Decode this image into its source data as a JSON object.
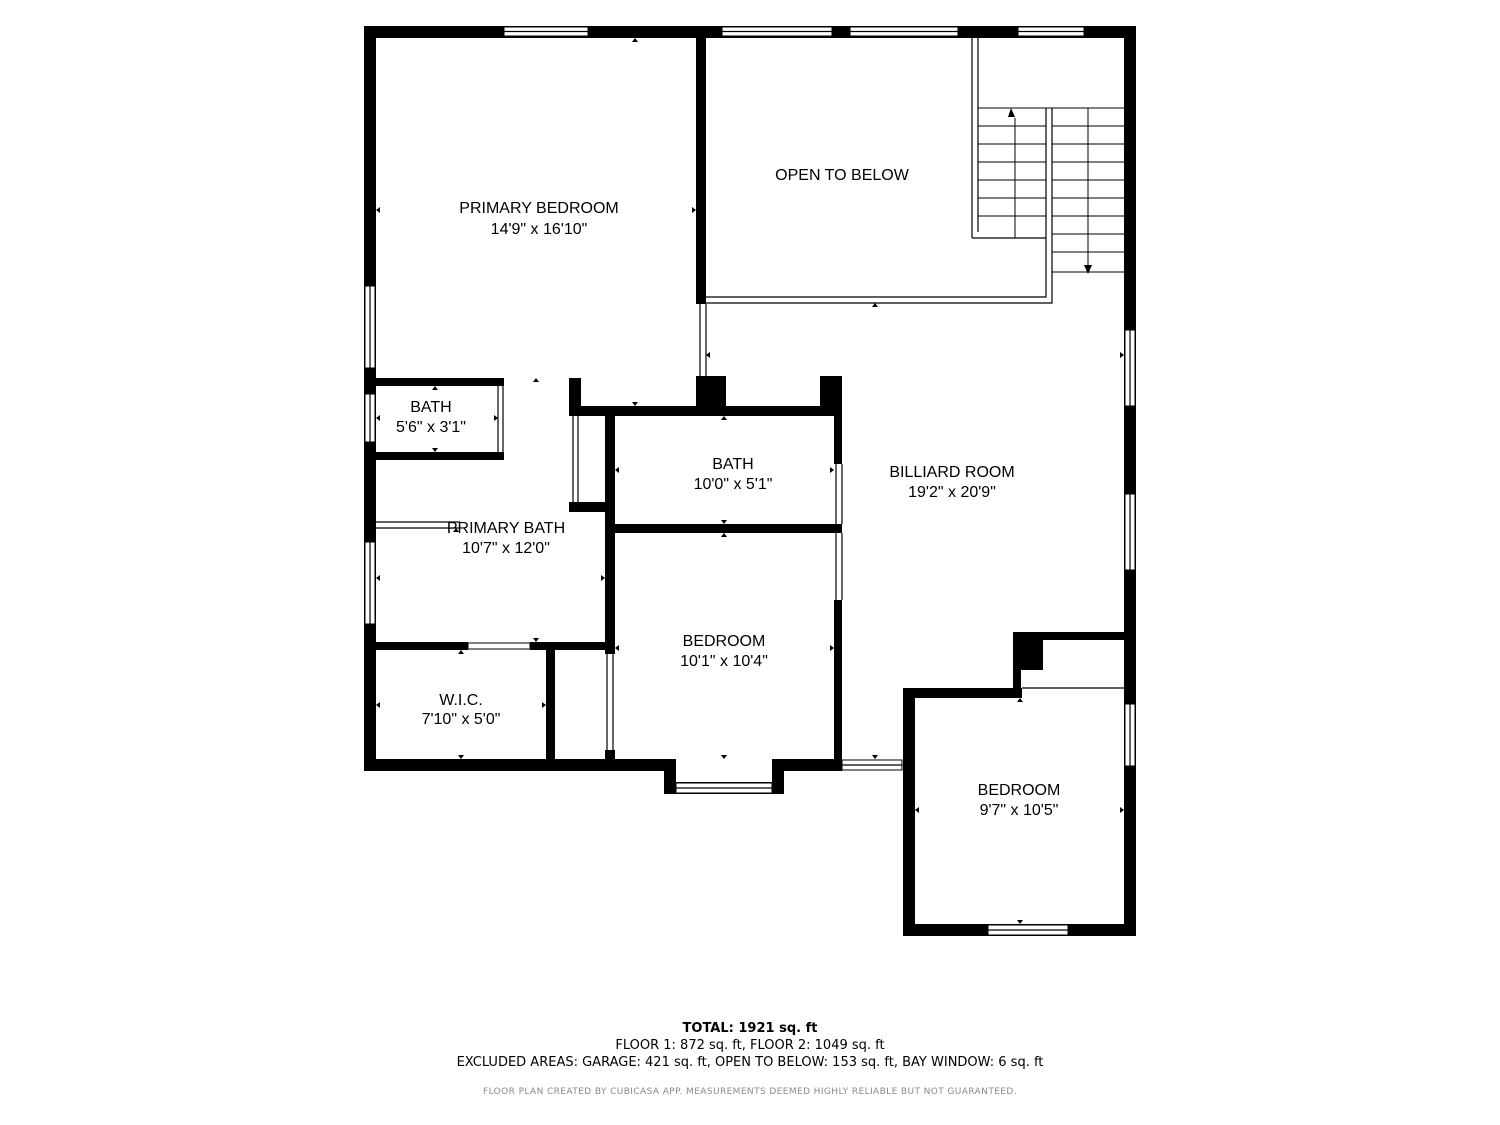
{
  "rooms": {
    "primary_bedroom": {
      "name": "PRIMARY BEDROOM",
      "dims": "14'9\" x 16'10\""
    },
    "open_to_below": {
      "name": "OPEN TO BELOW"
    },
    "bath_small": {
      "name": "BATH",
      "dims": "5'6\" x 3'1\""
    },
    "bath_hall": {
      "name": "BATH",
      "dims": "10'0\" x 5'1\""
    },
    "billiard_room": {
      "name": "BILLIARD ROOM",
      "dims": "19'2\" x 20'9\""
    },
    "primary_bath": {
      "name": "PRIMARY BATH",
      "dims": "10'7\" x 12'0\""
    },
    "bedroom_center": {
      "name": "BEDROOM",
      "dims": "10'1\" x 10'4\""
    },
    "wic": {
      "name": "W.I.C.",
      "dims": "7'10\" x 5'0\""
    },
    "bedroom_right": {
      "name": "BEDROOM",
      "dims": "9'7\" x 10'5\""
    }
  },
  "summary": {
    "total": "TOTAL: 1921 sq. ft",
    "floors": "FLOOR 1: 872 sq. ft, FLOOR 2: 1049 sq. ft",
    "excluded": "EXCLUDED AREAS: GARAGE: 421 sq. ft, OPEN TO BELOW: 153 sq. ft, BAY WINDOW: 6 sq. ft"
  },
  "disclaimer": "FLOOR PLAN CREATED BY CUBICASA APP. MEASUREMENTS DEEMED HIGHLY RELIABLE BUT NOT GUARANTEED.",
  "colors": {
    "wall": "#000000",
    "background": "#ffffff",
    "disclaimer_text": "#8a8a8a"
  }
}
